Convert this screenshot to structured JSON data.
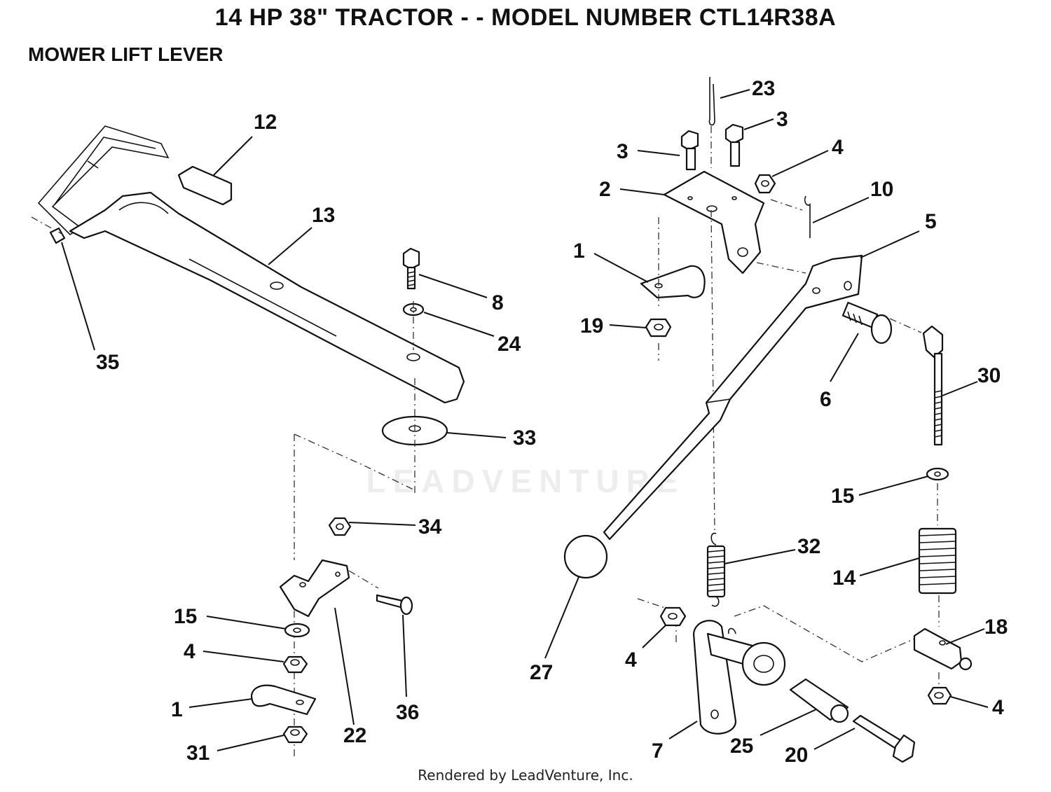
{
  "header": {
    "title": "14 HP 38\" TRACTOR - - MODEL NUMBER CTL14R38A",
    "section": "MOWER LIFT LEVER"
  },
  "watermark": "LEADVENTURE",
  "footer": "Rendered by LeadVenture, Inc.",
  "callouts": {
    "c23": "23",
    "c3a": "3",
    "c3b": "3",
    "c4a": "4",
    "c10": "10",
    "c2": "2",
    "c5": "5",
    "c1a": "1",
    "c19": "19",
    "c6": "6",
    "c30": "30",
    "c15a": "15",
    "c32": "32",
    "c14": "14",
    "c27": "27",
    "c4b": "4",
    "c18": "18",
    "c4c": "4",
    "c7": "7",
    "c25": "25",
    "c20": "20",
    "c12": "12",
    "c13": "13",
    "c8": "8",
    "c24": "24",
    "c35": "35",
    "c33": "33",
    "c34": "34",
    "c15b": "15",
    "c4d": "4",
    "c1b": "1",
    "c31": "31",
    "c22": "22",
    "c36": "36"
  }
}
